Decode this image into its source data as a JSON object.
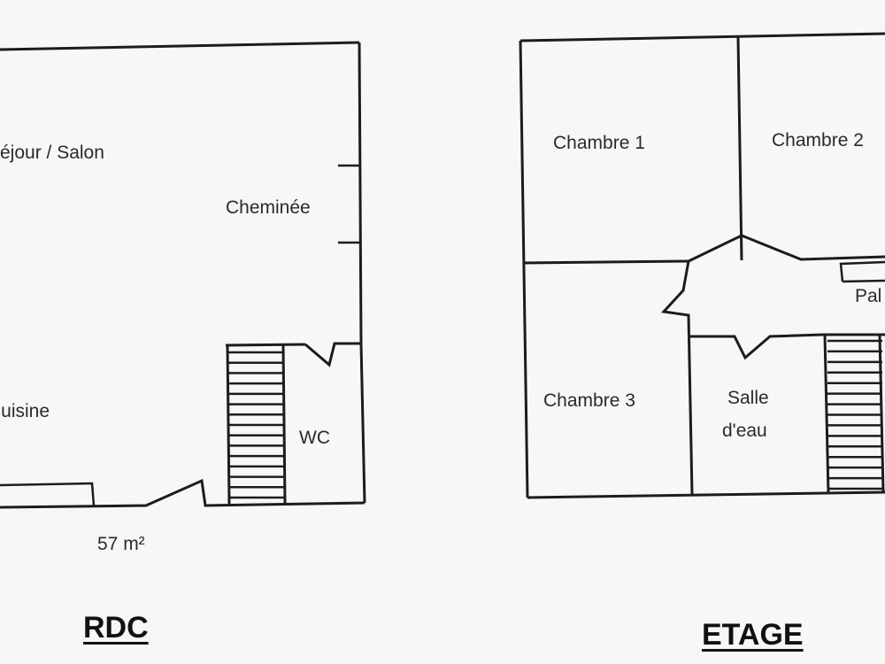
{
  "ground_floor": {
    "title": "RDC",
    "area": "57 m²",
    "rooms": {
      "living": "éjour / Salon",
      "fireplace": "Cheminée",
      "kitchen": "Cuisine",
      "wc": "WC"
    }
  },
  "upper_floor": {
    "title": "ETAGE",
    "rooms": {
      "bedroom1": "Chambre 1",
      "bedroom2": "Chambre 2",
      "bedroom3": "Chambre 3",
      "shower_line1": "Salle",
      "shower_line2": "d'eau",
      "landing": "Pal"
    }
  }
}
